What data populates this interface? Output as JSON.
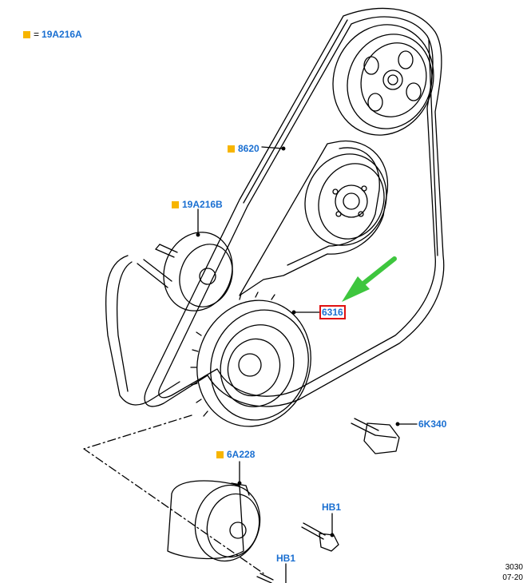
{
  "legend": {
    "symbol_label": "=",
    "part": "19A216A"
  },
  "callouts": [
    {
      "id": "8620",
      "label": "8620",
      "marker": true,
      "highlighted": false
    },
    {
      "id": "19A216B",
      "label": "19A216B",
      "marker": true,
      "highlighted": false
    },
    {
      "id": "6316",
      "label": "6316",
      "marker": false,
      "highlighted": true
    },
    {
      "id": "6K340",
      "label": "6K340",
      "marker": false,
      "highlighted": false
    },
    {
      "id": "6A228",
      "label": "6A228",
      "marker": true,
      "highlighted": false
    },
    {
      "id": "HB1a",
      "label": "HB1",
      "marker": false,
      "highlighted": false
    },
    {
      "id": "HB1b",
      "label": "HB1",
      "marker": false,
      "highlighted": false
    }
  ],
  "stamp": {
    "line1": "3030",
    "line2": "07-20"
  },
  "colors": {
    "callout_text": "#1a6fd1",
    "marker": "#f7b500",
    "highlight_box": "#e01010",
    "arrow": "#3ec63e",
    "line_art": "#000000"
  },
  "icons": {
    "marker": "square-marker-icon",
    "arrow": "green-arrow-icon"
  }
}
